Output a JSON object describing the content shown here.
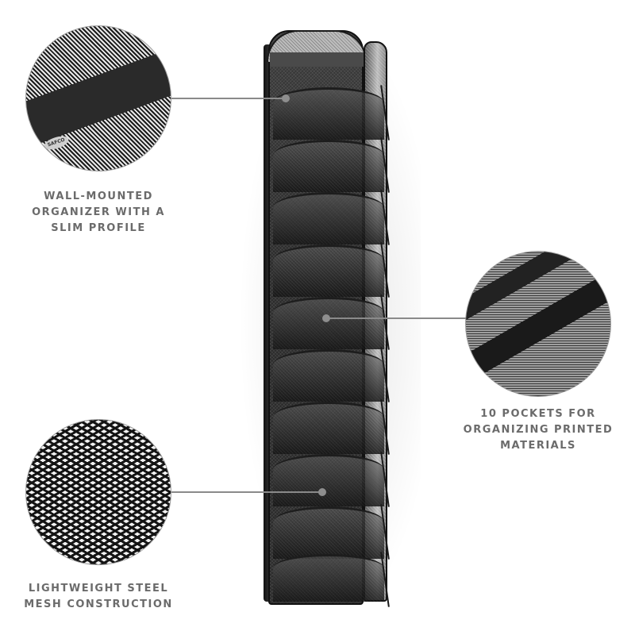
{
  "image": {
    "background": "#ffffff",
    "product": {
      "name": "wall-mounted mesh literature organizer",
      "color": "#1e1e1e",
      "pocket_count": 10,
      "brand_logo": "SAFCO"
    },
    "callouts": [
      {
        "id": "slim-profile",
        "caption_lines": [
          "WALL-MOUNTED",
          "ORGANIZER WITH A",
          "SLIM PROFILE"
        ],
        "detail": "top mounting band with keyhole and SAFCO logo"
      },
      {
        "id": "pockets",
        "caption_lines": [
          "10 POCKETS FOR",
          "ORGANIZING PRINTED",
          "MATERIALS"
        ],
        "detail": "side view of stacked mesh pockets"
      },
      {
        "id": "mesh",
        "caption_lines": [
          "LIGHTWEIGHT STEEL",
          "MESH CONSTRUCTION"
        ],
        "detail": "close-up of steel mesh pattern"
      }
    ],
    "caption_color": "#6b6b6b",
    "line_color": "#8a8a8a"
  }
}
